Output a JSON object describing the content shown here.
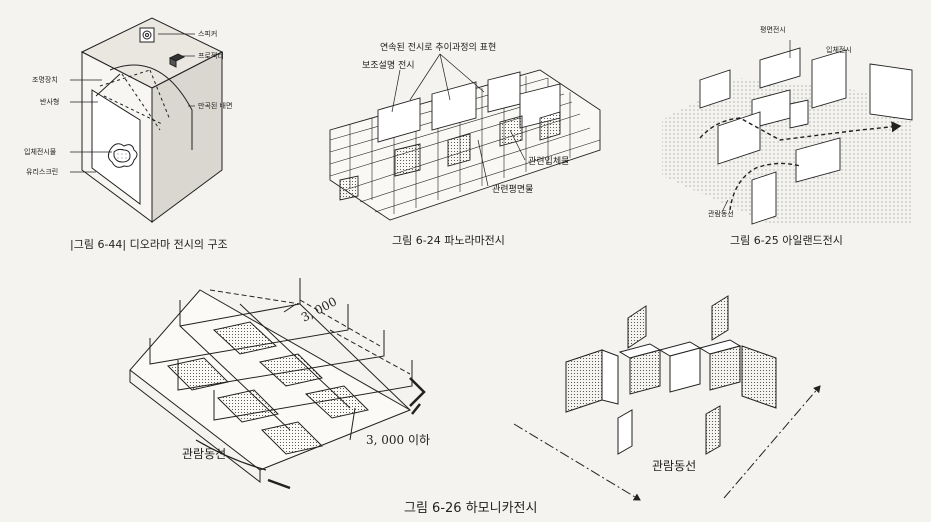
{
  "diorama": {
    "caption": "|그림 6-44| 디오라마 전시의 구조",
    "labels": {
      "speaker": "스피커",
      "projector": "프로젝터",
      "lighting": "조명장치",
      "reflector": "반사형",
      "curved_back": "만곡된 배면",
      "solid_object": "입체전시물",
      "glass_screen": "유리스크린"
    }
  },
  "panorama": {
    "caption": "그림 6-24  파노라마전시",
    "labels": {
      "continuous": "연속된 전시로 추이과정의 표현",
      "auxiliary": "보조설명 전시",
      "related_solid": "관련입체물",
      "related_flat": "관련평면물"
    }
  },
  "island": {
    "caption": "그림 6-25  아일랜드전시",
    "labels": {
      "flat": "평면전시",
      "solid": "입체전시",
      "flow": "관람동선"
    }
  },
  "harmonica": {
    "caption": "그림 6-26  하모니카전시",
    "labels": {
      "dim_top": "3, 000",
      "dim_bottom": "3, 000  이하",
      "flow_left": "관람동선",
      "flow_right": "관람동선"
    }
  }
}
